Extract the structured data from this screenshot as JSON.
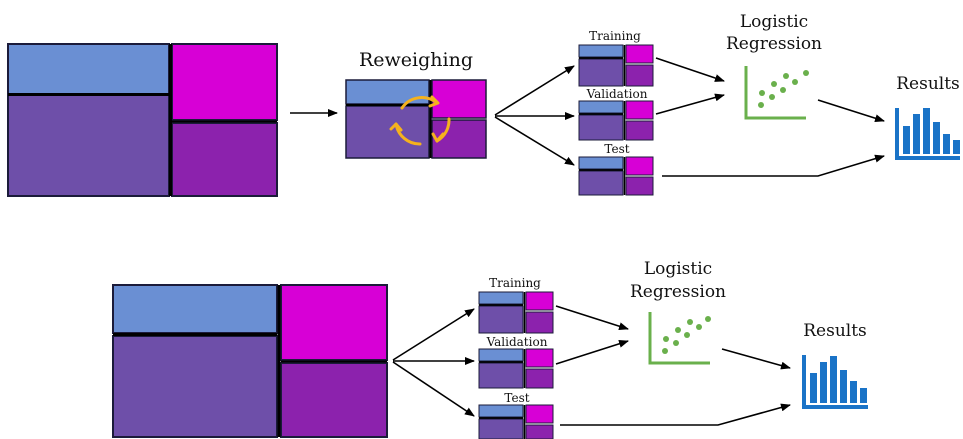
{
  "top": {
    "reweigh_label": "Reweighing",
    "split_labels": [
      "Training",
      "Validation",
      "Test"
    ],
    "model_label_line1": "Logistic",
    "model_label_line2": "Regression",
    "results_label": "Results"
  },
  "bottom": {
    "split_labels": [
      "Training",
      "Validation",
      "Test"
    ],
    "model_label_line1": "Logistic",
    "model_label_line2": "Regression",
    "results_label": "Results"
  },
  "colors": {
    "blue": "#6a8fd3",
    "magenta": "#d700d6",
    "purple": "#6e4fa9",
    "violet": "#8c22ad",
    "border": "#1b1b3a",
    "cycle": "#f5b21d",
    "scatter": "#6ab04c",
    "bars": "#1a73c7"
  },
  "icons": {
    "cycle": "reweigh-cycle-icon",
    "scatter": "scatter-plot-icon",
    "bars": "bar-chart-icon"
  }
}
